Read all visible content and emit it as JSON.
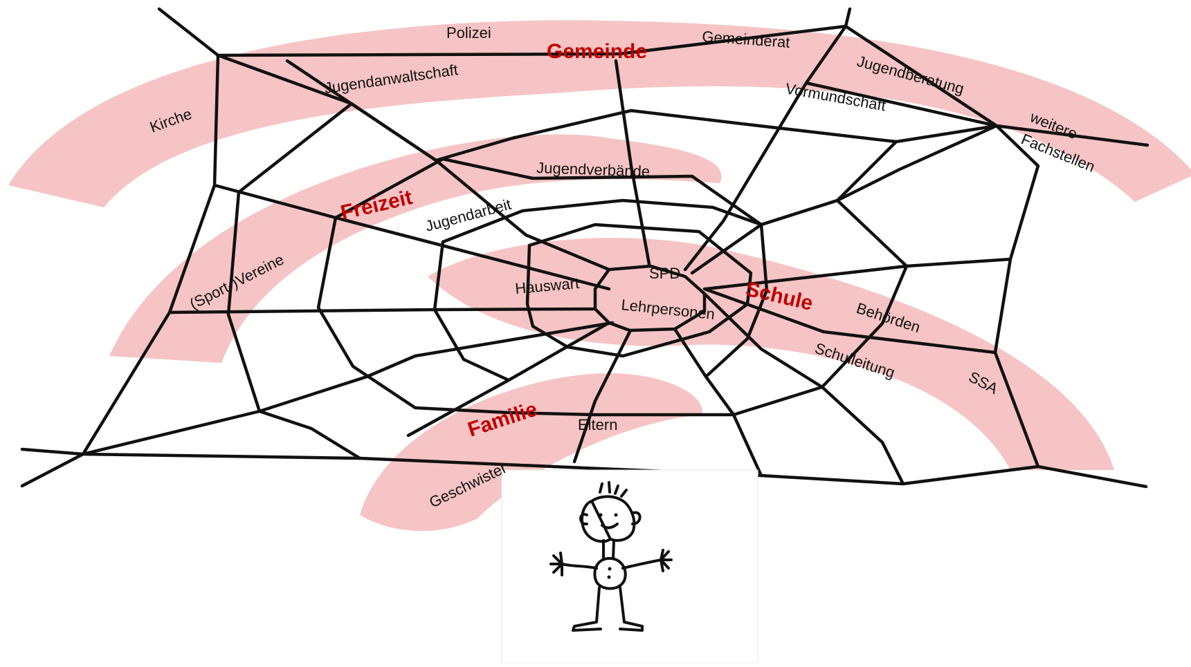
{
  "diagram": {
    "colors": {
      "band": "#f6c4c4",
      "category_text": "#c00000",
      "label_text": "#111111",
      "web_line": "#111111"
    },
    "categories": {
      "gemeinde": "Gemeinde",
      "freizeit": "Freizeit",
      "schule": "Schule",
      "familie": "Familie"
    },
    "labels": {
      "polizei": "Polizei",
      "gemeinderat": "Gemeinderat",
      "jugendanwaltschaft": "Jugendanwaltschaft",
      "jugendberatung": "Jugendberatung",
      "vormundschaft": "Vormundschaft",
      "kirche": "Kirche",
      "weitere": "weitere",
      "fachstellen": "Fachstellen",
      "jugendverbaende": "Jugendverbände",
      "jugendarbeit": "Jugendarbeit",
      "sport_vereine": "(Sport-)Vereine",
      "hauswart": "Hauswart",
      "spd": "SPD",
      "lehrpersonen": "Lehrpersonen",
      "behoerden": "Behörden",
      "schulleitung": "Schulleitung",
      "ssa": "SSA",
      "eltern": "Eltern",
      "geschwister": "Geschwister"
    },
    "center_figure": "child-drawing"
  }
}
